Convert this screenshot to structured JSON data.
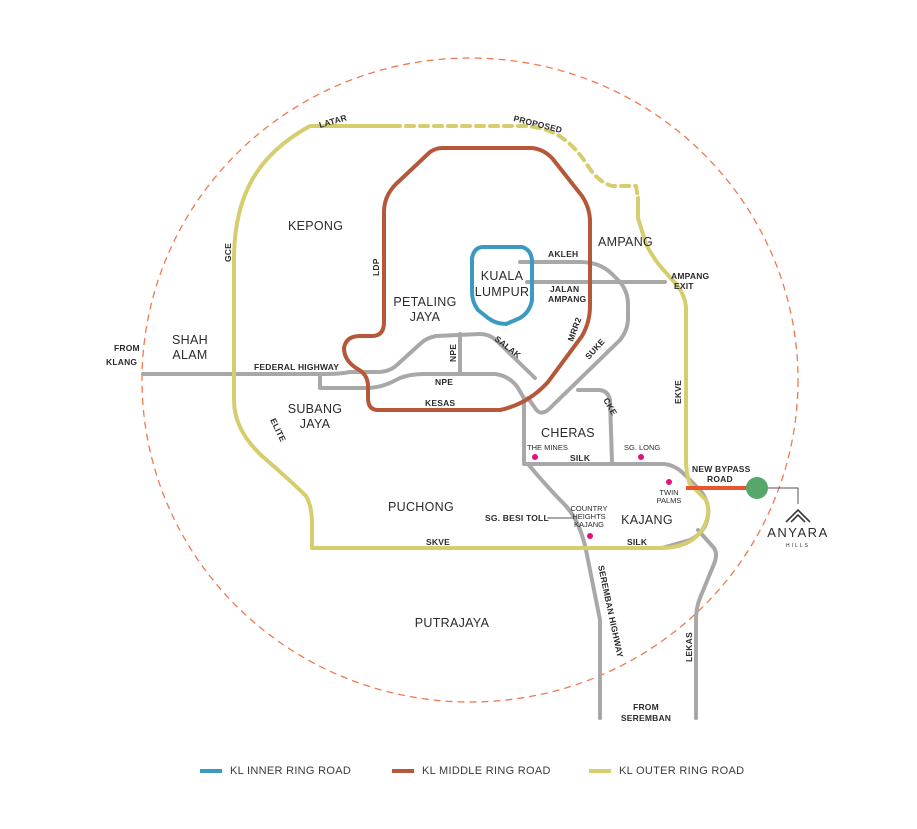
{
  "areas": {
    "kepong": "KEPONG",
    "kuala_lumpur_1": "KUALA",
    "kuala_lumpur_2": "LUMPUR",
    "petaling_jaya_1": "PETALING",
    "petaling_jaya_2": "JAYA",
    "ampang": "AMPANG",
    "shah_alam_1": "SHAH",
    "shah_alam_2": "ALAM",
    "subang_jaya_1": "SUBANG",
    "subang_jaya_2": "JAYA",
    "cheras": "CHERAS",
    "puchong": "PUCHONG",
    "kajang": "KAJANG",
    "putrajaya": "PUTRAJAYA"
  },
  "roads": {
    "latar": "LATAR",
    "proposed": "PROPOSED",
    "gce": "GCE",
    "ldp": "LDP",
    "akleh": "AKLEH",
    "jalan_ampang_1": "JALAN",
    "jalan_ampang_2": "AMPANG",
    "ampang_exit_1": "AMPANG",
    "ampang_exit_2": "EXIT",
    "mrr2": "MRR2",
    "suke": "SUKE",
    "salak": "SALAK",
    "npe_vertical": "NPE",
    "npe": "NPE",
    "federal_highway": "FEDERAL HIGHWAY",
    "kesas": "KESAS",
    "cke": "CKE",
    "ekve": "EKVE",
    "elite": "ELITE",
    "silk_top": "SILK",
    "silk_bottom": "SILK",
    "skve": "SKVE",
    "new_bypass_1": "NEW BYPASS",
    "new_bypass_2": "ROAD",
    "seremban_highway": "SEREMBAN HIGHWAY",
    "lekas": "LEKAS",
    "from_klang_1": "FROM",
    "from_klang_2": "KLANG",
    "from_seremban_1": "FROM",
    "from_seremban_2": "SEREMBAN"
  },
  "points": {
    "the_mines": "THE MINES",
    "sg_long": "SG. LONG",
    "twin_palms_1": "TWIN",
    "twin_palms_2": "PALMS",
    "country_heights_1": "COUNTRY",
    "country_heights_2": "HEIGHTS",
    "country_heights_3": "KAJANG",
    "sg_besi_toll": "SG. BESI TOLL"
  },
  "logo": {
    "name": "ANYARA",
    "sub": "HILLS"
  },
  "legend": [
    {
      "label": "KL INNER RING ROAD",
      "color": "#3a9ac0"
    },
    {
      "label": "KL MIDDLE RING ROAD",
      "color": "#b5583a"
    },
    {
      "label": "KL OUTER RING ROAD",
      "color": "#d6cd6e"
    }
  ],
  "colors": {
    "inner_ring": "#3a9ac0",
    "middle_ring": "#b5583a",
    "outer_ring": "#d6cd6e",
    "highway": "#a8a8a8",
    "radius_circle": "#ee7a4f",
    "bypass": "#e8552e",
    "anyara_marker": "#57a66a",
    "poi": "#e0127d"
  }
}
